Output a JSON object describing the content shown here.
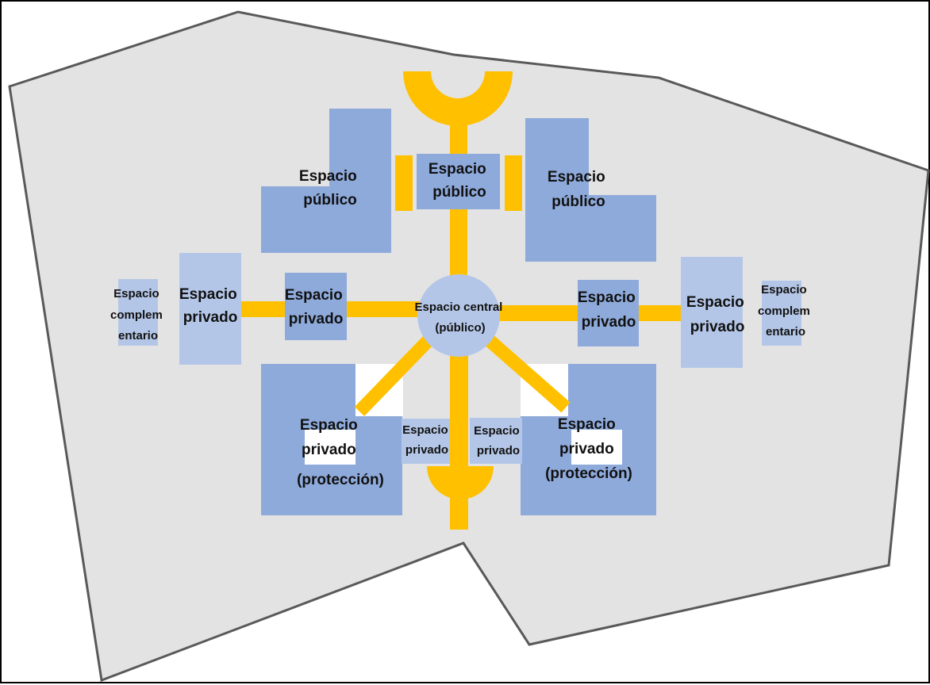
{
  "colors": {
    "site_fill": "#e3e3e3",
    "site_stroke": "#595959",
    "private_space": "#8eaadb",
    "light_space": "#b4c6e7",
    "circulation": "#ffc000",
    "gap": "#ffffff"
  },
  "labels": {
    "public_left": [
      "Espacio",
      "público"
    ],
    "public_center": [
      "Espacio",
      "público"
    ],
    "public_right": [
      "Espacio",
      "público"
    ],
    "complementary_left": [
      "Espacio",
      "complem",
      "entario"
    ],
    "private_far_left": [
      "Espacio",
      "privado"
    ],
    "private_near_left": [
      "Espacio",
      "privado"
    ],
    "central": [
      "Espacio central",
      "(público)"
    ],
    "private_near_right": [
      "Espacio",
      "privado"
    ],
    "private_far_right": [
      "Espacio",
      "privado"
    ],
    "complementary_right": [
      "Espacio",
      "complem",
      "entario"
    ],
    "protection_left": [
      "Espacio",
      "privado",
      "(protección)"
    ],
    "private_small_left": [
      "Espacio",
      "privado"
    ],
    "private_small_right": [
      "Espacio",
      "privado"
    ],
    "protection_right": [
      "Espacio",
      "privado",
      "(protección)"
    ]
  }
}
